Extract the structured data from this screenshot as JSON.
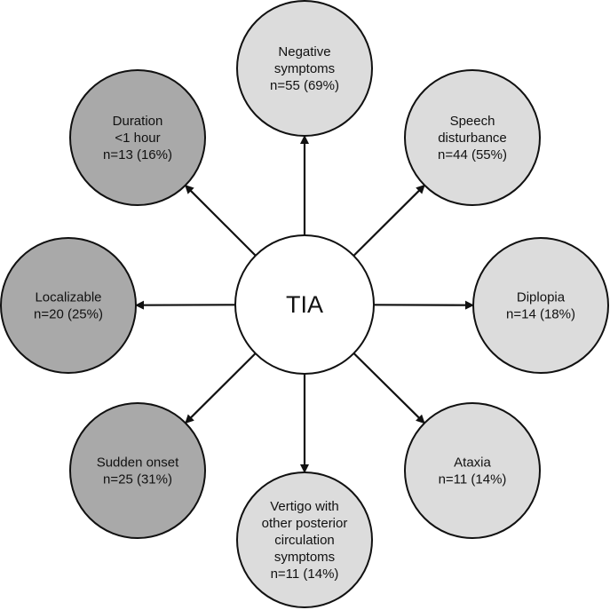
{
  "center": {
    "label": "TIA"
  },
  "nodes": [
    {
      "id": "negative-symptoms",
      "lines": [
        "Negative",
        "symptoms",
        "n=55 (69%)"
      ],
      "shade": "light"
    },
    {
      "id": "speech-disturbance",
      "lines": [
        "Speech",
        "disturbance",
        "n=44 (55%)"
      ],
      "shade": "light"
    },
    {
      "id": "diplopia",
      "lines": [
        "Diplopia",
        "n=14 (18%)"
      ],
      "shade": "light"
    },
    {
      "id": "ataxia",
      "lines": [
        "Ataxia",
        "n=11 (14%)"
      ],
      "shade": "light"
    },
    {
      "id": "vertigo",
      "lines": [
        "Vertigo with",
        "other posterior",
        "circulation",
        "symptoms",
        "n=11 (14%)"
      ],
      "shade": "light"
    },
    {
      "id": "sudden-onset",
      "lines": [
        "Sudden onset",
        "n=25 (31%)"
      ],
      "shade": "dark"
    },
    {
      "id": "localizable",
      "lines": [
        "Localizable",
        "n=20 (25%)"
      ],
      "shade": "dark"
    },
    {
      "id": "duration",
      "lines": [
        "Duration",
        "<1 hour",
        "n=13 (16%)"
      ],
      "shade": "dark"
    }
  ],
  "colors": {
    "light": "#dcdcdc",
    "dark": "#a9a9a9",
    "center": "#ffffff",
    "stroke": "#111111"
  }
}
